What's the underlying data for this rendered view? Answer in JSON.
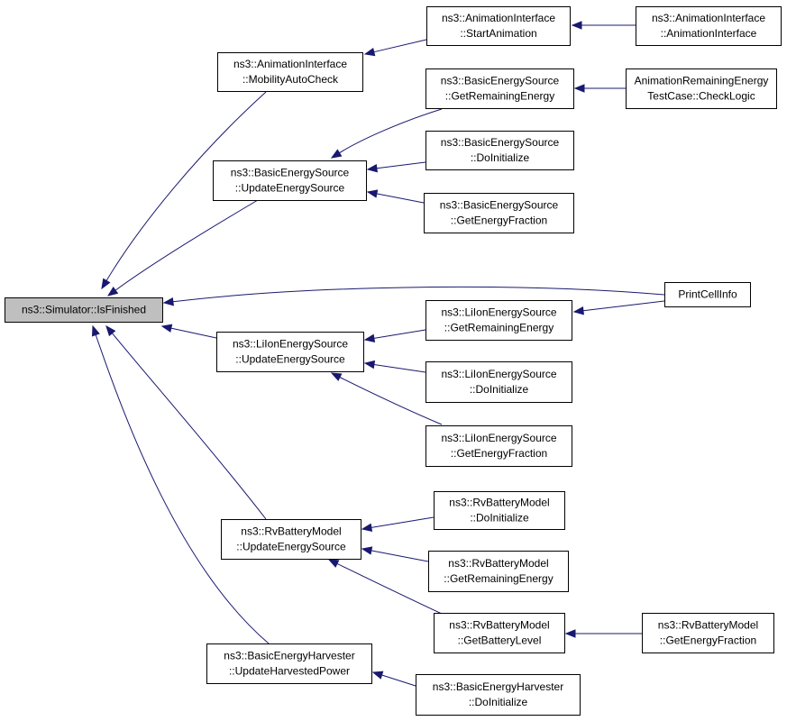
{
  "diagram": {
    "nodes": [
      {
        "id": "is_finished",
        "lines": [
          "ns3::Simulator::IsFinished"
        ],
        "highlighted": true
      },
      {
        "id": "anim_mobility",
        "lines": [
          "ns3::AnimationInterface",
          "::MobilityAutoCheck"
        ]
      },
      {
        "id": "anim_start",
        "lines": [
          "ns3::AnimationInterface",
          "::StartAnimation"
        ]
      },
      {
        "id": "anim_ctor",
        "lines": [
          "ns3::AnimationInterface",
          "::AnimationInterface"
        ]
      },
      {
        "id": "bes_getrem",
        "lines": [
          "ns3::BasicEnergySource",
          "::GetRemainingEnergy"
        ]
      },
      {
        "id": "anim_checklogic",
        "lines": [
          "AnimationRemainingEnergy",
          "TestCase::CheckLogic"
        ]
      },
      {
        "id": "bes_update",
        "lines": [
          "ns3::BasicEnergySource",
          "::UpdateEnergySource"
        ]
      },
      {
        "id": "bes_doinit",
        "lines": [
          "ns3::BasicEnergySource",
          "::DoInitialize"
        ]
      },
      {
        "id": "bes_getfrac",
        "lines": [
          "ns3::BasicEnergySource",
          "::GetEnergyFraction"
        ]
      },
      {
        "id": "print_cell",
        "lines": [
          "PrintCellInfo"
        ]
      },
      {
        "id": "liion_update",
        "lines": [
          "ns3::LiIonEnergySource",
          "::UpdateEnergySource"
        ]
      },
      {
        "id": "liion_getrem",
        "lines": [
          "ns3::LiIonEnergySource",
          "::GetRemainingEnergy"
        ]
      },
      {
        "id": "liion_doinit",
        "lines": [
          "ns3::LiIonEnergySource",
          "::DoInitialize"
        ]
      },
      {
        "id": "liion_getfrac",
        "lines": [
          "ns3::LiIonEnergySource",
          "::GetEnergyFraction"
        ]
      },
      {
        "id": "rv_update",
        "lines": [
          "ns3::RvBatteryModel",
          "::UpdateEnergySource"
        ]
      },
      {
        "id": "rv_doinit",
        "lines": [
          "ns3::RvBatteryModel",
          "::DoInitialize"
        ]
      },
      {
        "id": "rv_getrem",
        "lines": [
          "ns3::RvBatteryModel",
          "::GetRemainingEnergy"
        ]
      },
      {
        "id": "rv_getlevel",
        "lines": [
          "ns3::RvBatteryModel",
          "::GetBatteryLevel"
        ]
      },
      {
        "id": "rv_getfrac",
        "lines": [
          "ns3::RvBatteryModel",
          "::GetEnergyFraction"
        ]
      },
      {
        "id": "beh_update",
        "lines": [
          "ns3::BasicEnergyHarvester",
          "::UpdateHarvestedPower"
        ]
      },
      {
        "id": "beh_doinit",
        "lines": [
          "ns3::BasicEnergyHarvester",
          "::DoInitialize"
        ]
      }
    ],
    "edges": [
      {
        "from": "anim_mobility",
        "to": "is_finished"
      },
      {
        "from": "bes_update",
        "to": "is_finished"
      },
      {
        "from": "print_cell",
        "to": "is_finished"
      },
      {
        "from": "liion_update",
        "to": "is_finished"
      },
      {
        "from": "rv_update",
        "to": "is_finished"
      },
      {
        "from": "beh_update",
        "to": "is_finished"
      },
      {
        "from": "anim_start",
        "to": "anim_mobility"
      },
      {
        "from": "anim_ctor",
        "to": "anim_start"
      },
      {
        "from": "bes_getrem",
        "to": "bes_update"
      },
      {
        "from": "bes_doinit",
        "to": "bes_update"
      },
      {
        "from": "bes_getfrac",
        "to": "bes_update"
      },
      {
        "from": "anim_checklogic",
        "to": "bes_getrem"
      },
      {
        "from": "liion_getrem",
        "to": "liion_update"
      },
      {
        "from": "liion_doinit",
        "to": "liion_update"
      },
      {
        "from": "liion_getfrac",
        "to": "liion_update"
      },
      {
        "from": "print_cell",
        "to": "liion_getrem"
      },
      {
        "from": "rv_doinit",
        "to": "rv_update"
      },
      {
        "from": "rv_getrem",
        "to": "rv_update"
      },
      {
        "from": "rv_getlevel",
        "to": "rv_update"
      },
      {
        "from": "rv_getfrac",
        "to": "rv_getlevel"
      },
      {
        "from": "beh_doinit",
        "to": "beh_update"
      }
    ],
    "colors": {
      "edge": "#191970",
      "highlighted_fill": "#bfbfbf",
      "node_fill": "#ffffff",
      "node_border": "#000000"
    }
  }
}
